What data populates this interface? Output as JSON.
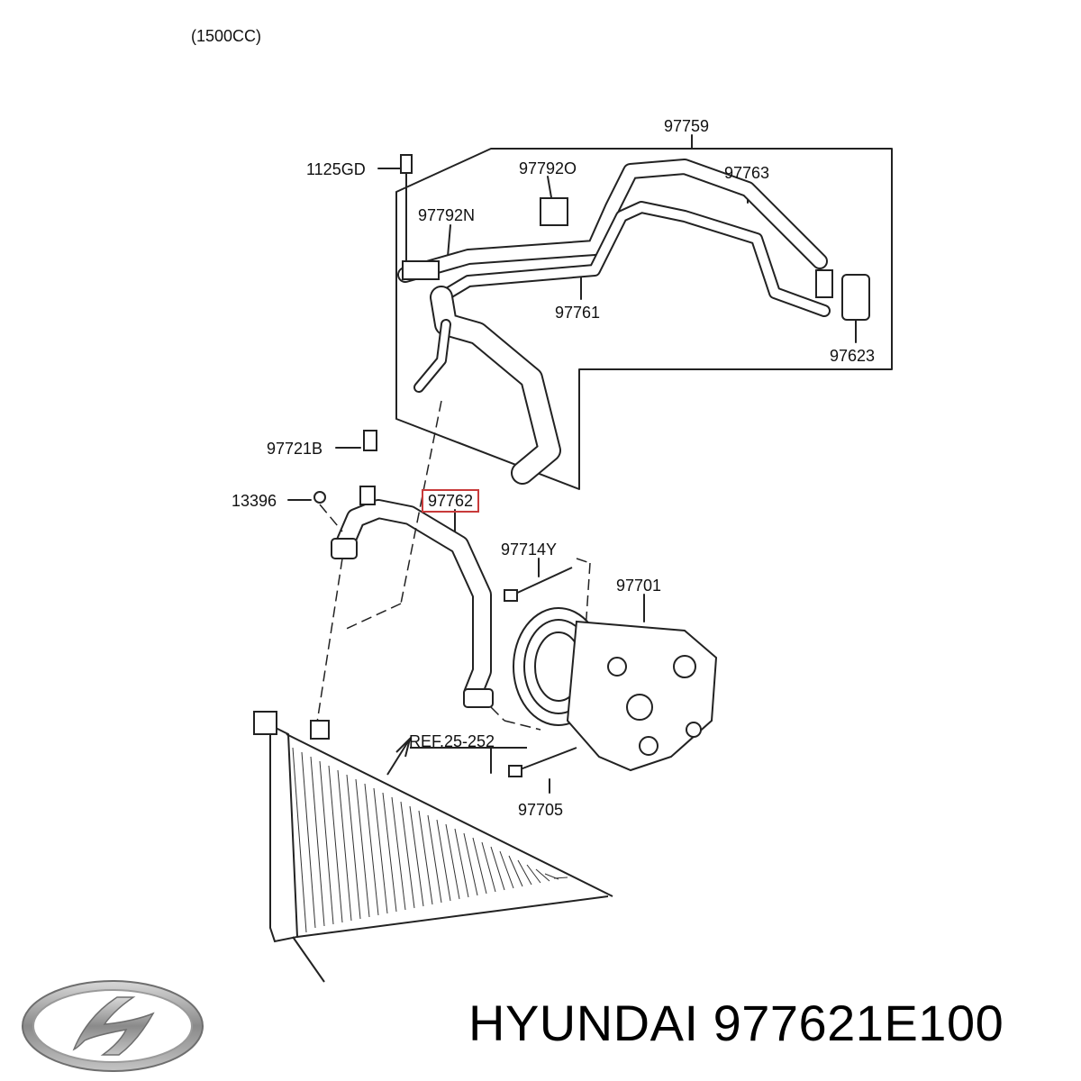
{
  "header": {
    "engine_note": "(1500CC)"
  },
  "parts": {
    "p97759": "97759",
    "p1125GD": "1125GD",
    "p97792O": "97792O",
    "p97763": "97763",
    "p97792N": "97792N",
    "p97761": "97761",
    "p97623": "97623",
    "p97721B": "97721B",
    "p13396": "13396",
    "p97762": "97762",
    "p97714Y": "97714Y",
    "p97701": "97701",
    "ref": "REF.25-252",
    "p97705": "97705"
  },
  "highlight": {
    "part": "97762",
    "color": "#c83a3a"
  },
  "caption": {
    "text": "HYUNDAI 977621E100"
  },
  "logo": {
    "name": "hyundai-logo-icon",
    "color": "#8a8a8a"
  }
}
